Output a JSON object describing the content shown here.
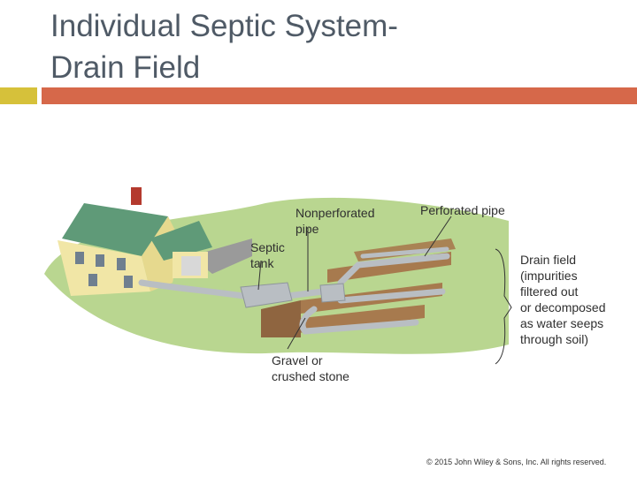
{
  "slide": {
    "title": "Individual Septic System-\nDrain Field",
    "copyright": "© 2015 John Wiley & Sons, Inc. All rights reserved."
  },
  "diagram": {
    "labels": {
      "nonperforated_pipe": "Nonperforated\npipe",
      "perforated_pipe": "Perforated pipe",
      "septic_tank": "Septic\ntank",
      "drain_field": "Drain field\n(impurities\nfiltered out\nor decomposed\nas water seeps\nthrough soil)",
      "gravel": "Gravel or\ncrushed stone"
    }
  },
  "colors": {
    "title_text": "#4f5a66",
    "accent_gold": "#d6c13a",
    "accent_orange": "#d6684a",
    "house_wall": "#f1e6a6",
    "roof": "#5f9a78",
    "grass": "#b9d690",
    "soil": "#a77a4e",
    "pipe": "#b9bec3"
  }
}
